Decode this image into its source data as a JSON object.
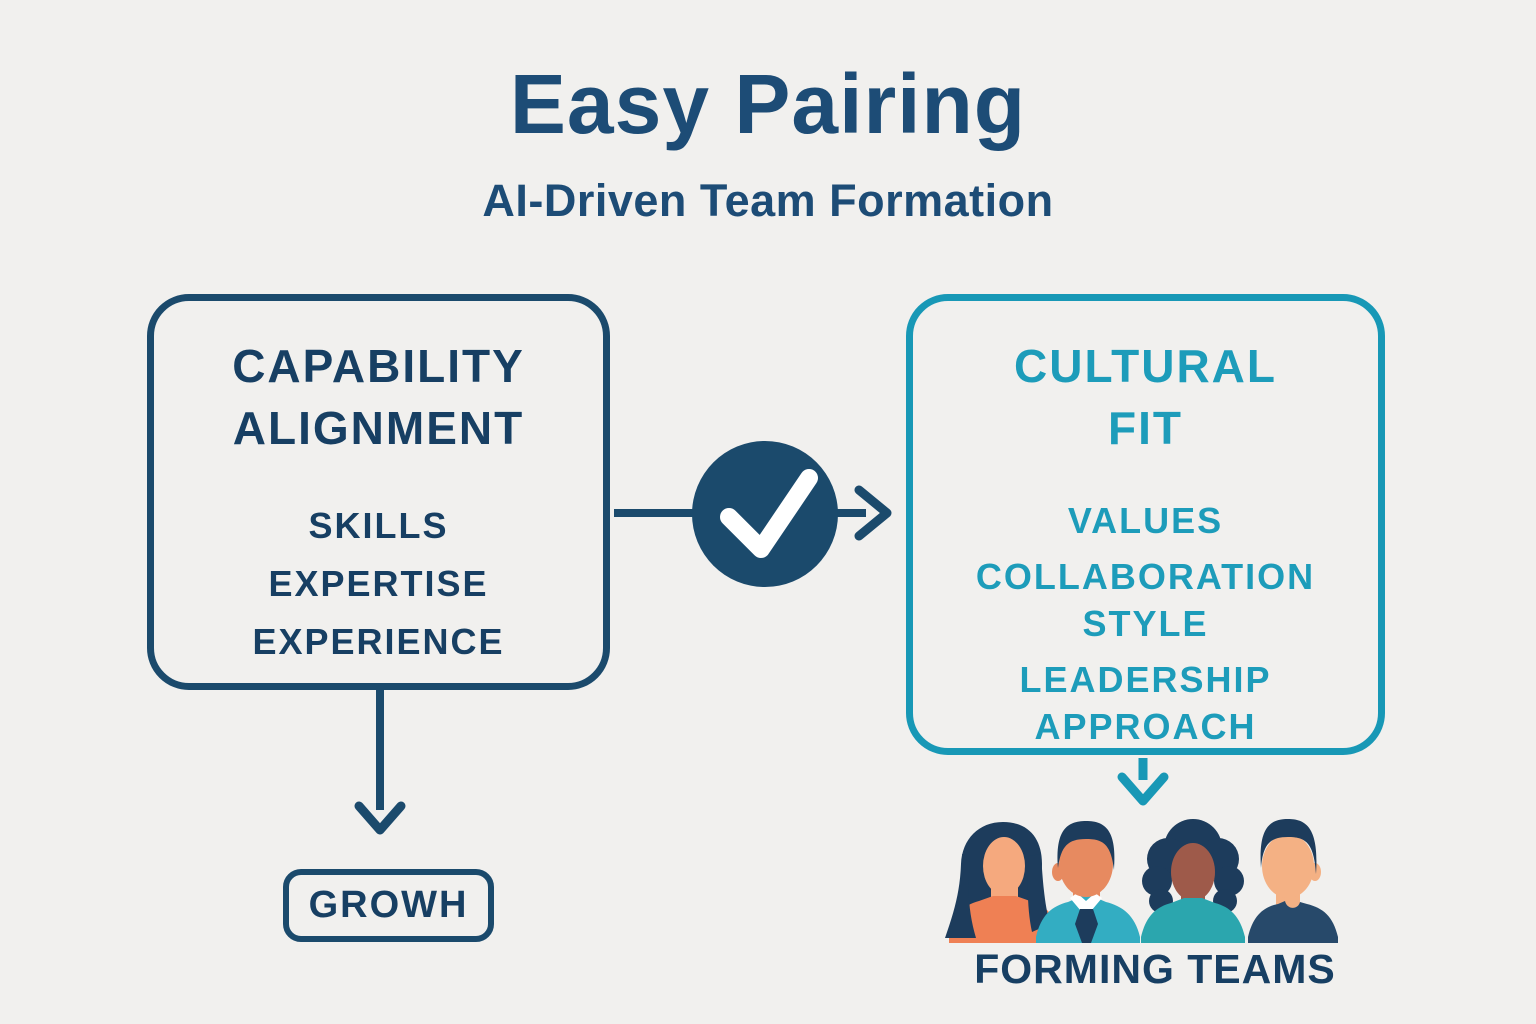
{
  "header": {
    "title": "Easy Pairing",
    "subtitle": "AI-Driven Team Formation"
  },
  "capability_box": {
    "heading_line1": "CAPABILITY",
    "heading_line2": "ALIGNMENT",
    "items": [
      "SKILLS",
      "EXPERTISE",
      "EXPERIENCE"
    ]
  },
  "cultural_box": {
    "heading_line1": "CULTURAL",
    "heading_line2": "FIT",
    "items": [
      "VALUES",
      "COLLABORATION STYLE",
      "LEADERSHIP APPROACH"
    ]
  },
  "growth_label": "GROWH",
  "forming_teams_label": "FORMING TEAMS",
  "icons": {
    "check_circle_icon": "✓",
    "arrow_right_icon": "→",
    "arrow_down_icon": "↓"
  },
  "colors": {
    "background": "#f1f0ee",
    "navy": "#1b4a6c",
    "navy_text": "#173f63",
    "title_navy": "#1d4c76",
    "teal": "#1898b6",
    "teal_text": "#1d9cba",
    "white": "#ffffff",
    "hair_navy": "#1d3c5c",
    "skin_light": "#f5a97e",
    "skin_tan": "#e78a60",
    "skin_deep": "#9e5a4a",
    "skin_warm": "#f4b184",
    "coral_top": "#ef8054",
    "teal_shirt": "#33adc2",
    "teal_top": "#2ba6ae",
    "navy_top": "#27496a"
  }
}
